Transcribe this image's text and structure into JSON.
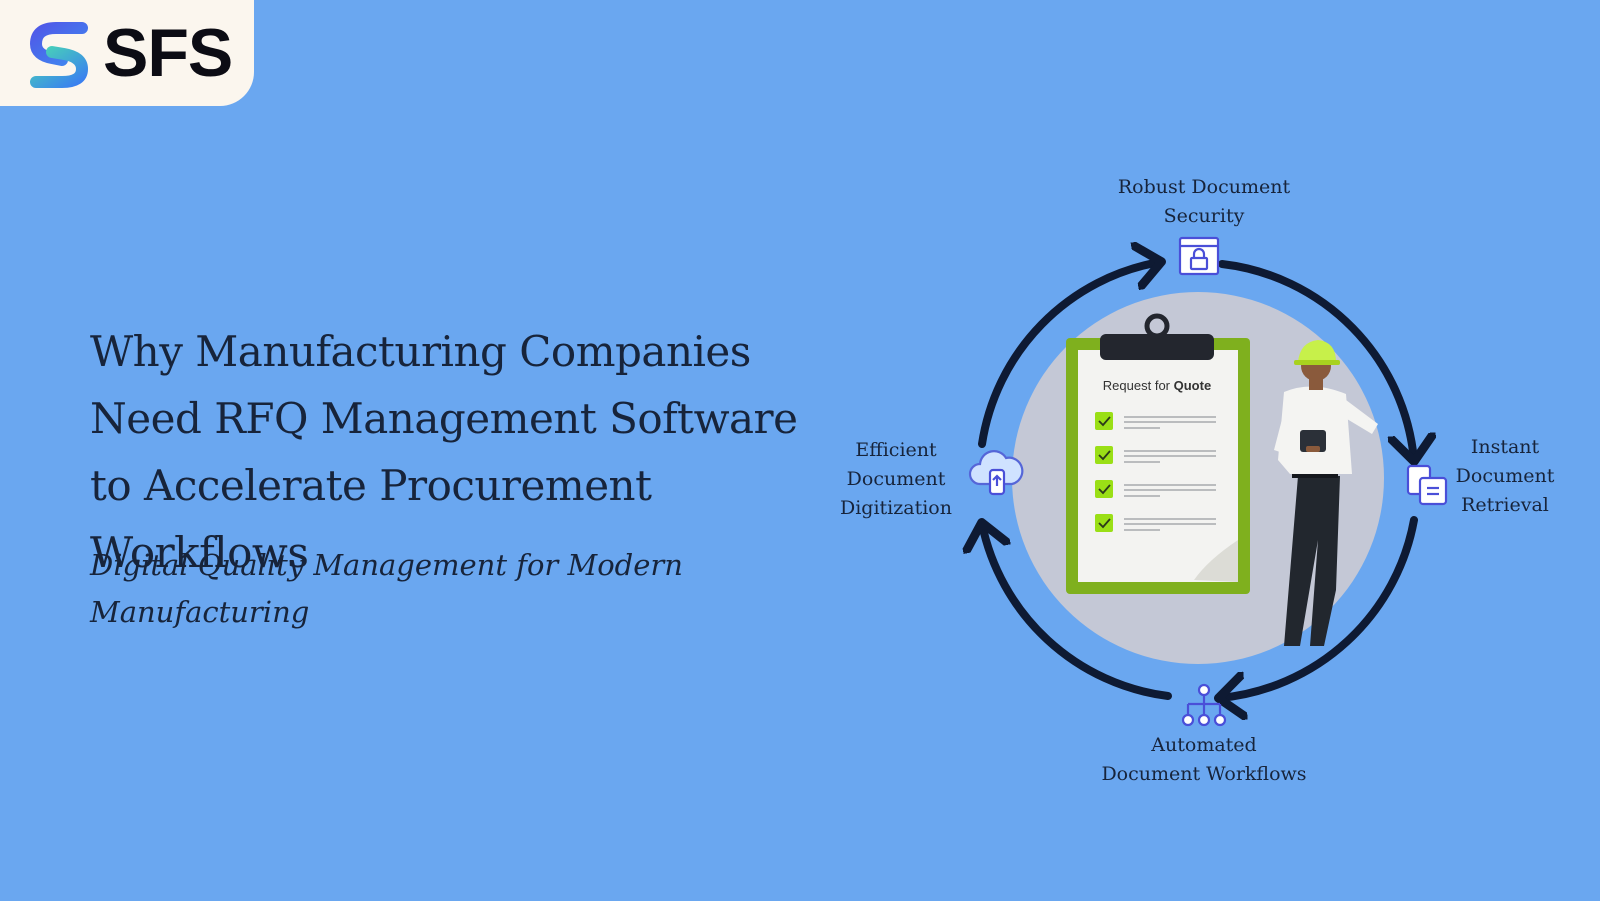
{
  "brand": {
    "name": "SFS"
  },
  "headline": "Why Manufacturing Companies Need RFQ Management Software to Accelerate Procurement Workflows",
  "subtitle": "Digital Quality Management for Modern Manufacturing",
  "clipboard": {
    "title_prefix": "Request for ",
    "title_bold": "Quote"
  },
  "cycle": {
    "security": {
      "line1": "Robust Document",
      "line2": "Security",
      "icon": "lock-window-icon"
    },
    "retrieval": {
      "line1": "Instant",
      "line2": "Document",
      "line3": "Retrieval",
      "icon": "clipboard-copy-icon"
    },
    "workflows": {
      "line1": "Automated",
      "line2": "Document Workflows",
      "icon": "hierarchy-icon"
    },
    "digitization": {
      "line1": "Efficient",
      "line2": "Document",
      "line3": "Digitization",
      "icon": "cloud-upload-icon"
    }
  },
  "colors": {
    "background": "#6aa7f0",
    "text": "#17243b",
    "arrow": "#0e1a33",
    "icon": "#4a4fd8",
    "clipboard_green": "#7fb01e",
    "check": "#9adf16",
    "circle": "#c4c8d6"
  }
}
